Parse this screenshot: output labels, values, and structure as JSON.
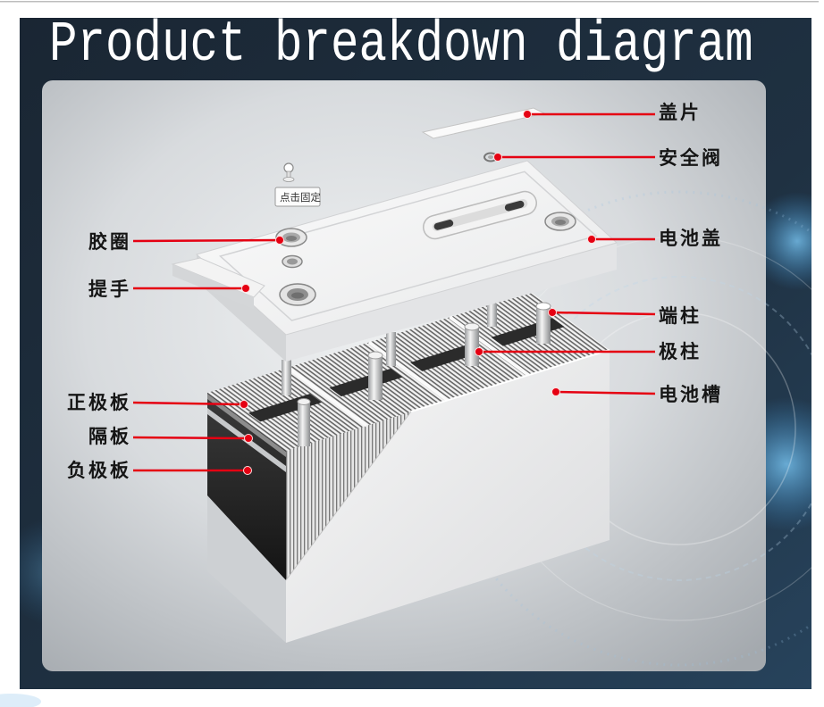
{
  "title": "Product breakdown diagram",
  "labels": {
    "cover_strip": "盖片",
    "safety_valve": "安全阀",
    "battery_cover": "电池盖",
    "terminal_post": "端柱",
    "pole": "极柱",
    "battery_case": "电池槽",
    "rubber_ring": "胶圈",
    "handle": "提手",
    "positive_plate": "正极板",
    "separator": "隔板",
    "negative_plate": "负极板"
  },
  "tooltip": {
    "text": "点击固定",
    "icon": "pin-icon"
  },
  "colors": {
    "accent": "#e50012",
    "background": "#1d2b3a",
    "panel": "#e4e6e8",
    "label_text": "#151515",
    "title_text": "#ffffff"
  }
}
